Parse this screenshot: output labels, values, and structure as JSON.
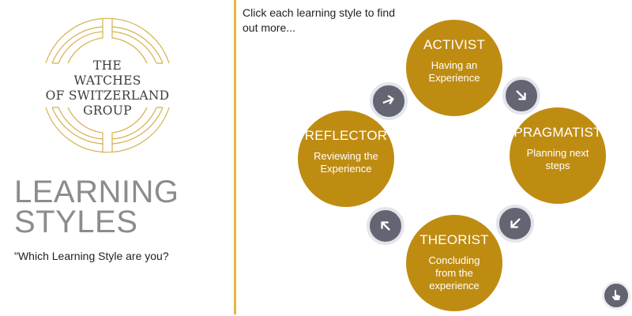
{
  "logo": {
    "lines": [
      "THE",
      "WATCHES",
      "OF SWITZERLAND",
      "GROUP"
    ],
    "accent_color": "#d7b04e"
  },
  "left_panel": {
    "title_line1": "LEARNING",
    "title_line2": "STYLES",
    "subtitle": "\"Which Learning Style are you?"
  },
  "instructions": "Click each learning style to find out more...",
  "styles": [
    {
      "name": "ACTIVIST",
      "description": "Having an Experience"
    },
    {
      "name": "PRAGMATIST",
      "description": "Planning next steps"
    },
    {
      "name": "THEORIST",
      "description": "Concluding from the experience"
    },
    {
      "name": "REFLECTOR",
      "description": "Reviewing the Experience"
    }
  ],
  "arrows": [
    {
      "direction": "right",
      "position": "reflector-to-activist"
    },
    {
      "direction": "down-right",
      "position": "activist-to-pragmatist"
    },
    {
      "direction": "down-left",
      "position": "pragmatist-to-theorist"
    },
    {
      "direction": "up-left",
      "position": "theorist-to-reflector"
    }
  ],
  "colors": {
    "circle_fill": "#bf8c12",
    "arrow_fill": "#636672",
    "divider": "#e3b83e",
    "title_gray": "#8c8c8c"
  }
}
